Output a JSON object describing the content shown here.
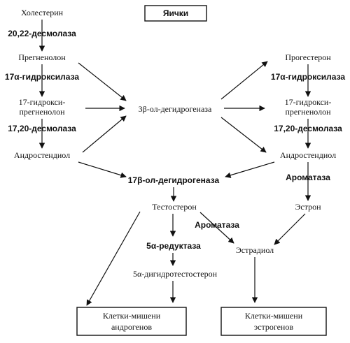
{
  "title": "Яички",
  "left": {
    "cholesterol": "Холестерин",
    "desmolase_2022": "20,22-десмолаза",
    "pregnenolone": "Прегненолон",
    "hydroxylase": "17α-гидроксилаза",
    "hydroxy_line1": "17-гидрокси-",
    "hydroxy_line2": "прегненолон",
    "desmolase_1720": "17,20-десмолаза",
    "androstenediol": "Андростендиол"
  },
  "center": {
    "dehydrogenase_3b": "3β-ол-дегидрогеназа",
    "dehydrogenase_17b": "17β-ол-дегидрогеназа",
    "testosterone": "Тестостерон",
    "aromatase": "Ароматаза",
    "reductase": "5α-редуктаза",
    "dht": "5α-дигидротестостерон",
    "estradiol": "Эстрадиол"
  },
  "right": {
    "progesterone": "Прогестерон",
    "hydroxylase": "17α-гидроксилаза",
    "hydroxy_line1": "17-гидрокси-",
    "hydroxy_line2": "прегненолон",
    "desmolase_1720": "17,20-десмолаза",
    "androstenediol": "Андростендиол",
    "aromatase": "Ароматаза",
    "estrone": "Эстрон"
  },
  "targets": {
    "androgens_line1": "Клетки-мишени",
    "androgens_line2": "андрогенов",
    "estrogens_line1": "Клетки-мишени",
    "estrogens_line2": "эстрогенов"
  }
}
